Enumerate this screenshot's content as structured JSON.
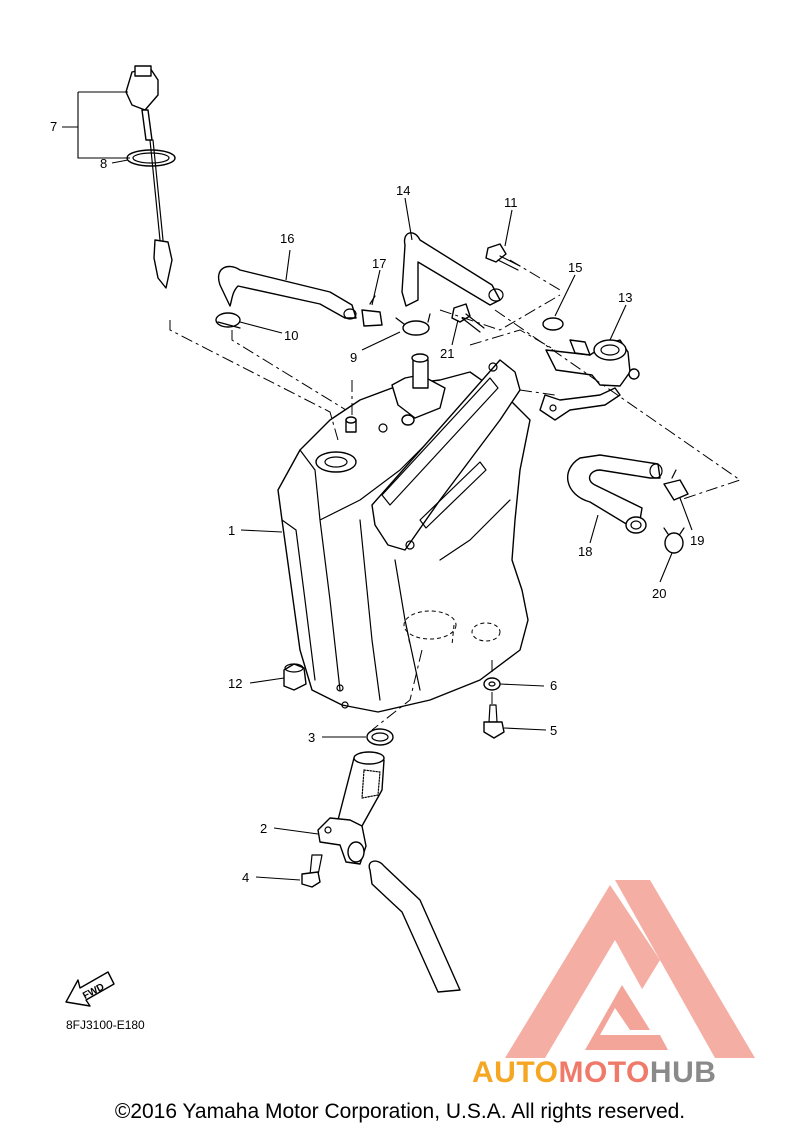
{
  "diagram": {
    "callouts": [
      "1",
      "2",
      "3",
      "4",
      "5",
      "6",
      "7",
      "8",
      "9",
      "10",
      "11",
      "12",
      "13",
      "14",
      "15",
      "16",
      "17",
      "18",
      "19",
      "20",
      "21"
    ],
    "fwd_label": "FWD",
    "drawing_code": "8FJ3100-E180"
  },
  "watermark": {
    "brand_part1": "AUTO",
    "brand_part2": "MOTO",
    "brand_part3": "HUB",
    "color_orange": "#f5a623",
    "color_red": "#f07a6a",
    "color_gray": "#8a8a8a"
  },
  "footer": {
    "copyright": "©2016 Yamaha Motor Corporation, U.S.A. All rights reserved."
  }
}
